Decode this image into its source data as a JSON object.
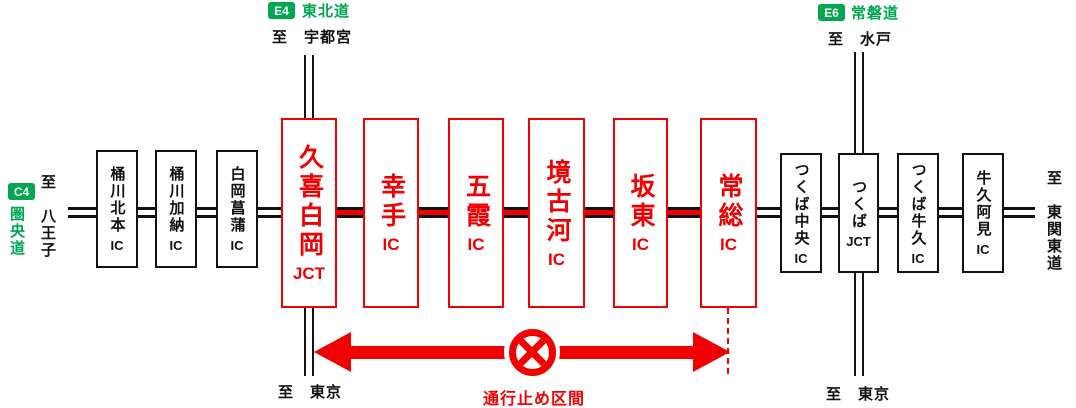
{
  "routes": {
    "tohoku": {
      "badge": "E4",
      "name": "東北道",
      "direction": "至　宇都宮"
    },
    "joban": {
      "badge": "E6",
      "name": "常磐道",
      "direction": "至　水戸"
    },
    "kenodo": {
      "badge": "C4",
      "name": "圏央道",
      "direction": "至　八王子"
    },
    "higashikanto": {
      "direction": "至　東関東道"
    },
    "tokyo_left": "至　東京",
    "tokyo_right": "至　東京"
  },
  "closure": {
    "label": "通行止め区間",
    "symbol": "no-entry-circle-x",
    "from": "久喜白岡JCT",
    "to": "常総IC"
  },
  "stations": [
    {
      "name": "桶川北本",
      "suffix": "IC",
      "status": "open"
    },
    {
      "name": "桶川加納",
      "suffix": "IC",
      "status": "open"
    },
    {
      "name": "白岡菖蒲",
      "suffix": "IC",
      "status": "open"
    },
    {
      "name": "久喜白岡",
      "suffix": "JCT",
      "status": "closed"
    },
    {
      "name": "幸手",
      "suffix": "IC",
      "status": "closed"
    },
    {
      "name": "五霞",
      "suffix": "IC",
      "status": "closed"
    },
    {
      "name": "境古河",
      "suffix": "IC",
      "status": "closed"
    },
    {
      "name": "坂東",
      "suffix": "IC",
      "status": "closed"
    },
    {
      "name": "常総",
      "suffix": "IC",
      "status": "closed"
    },
    {
      "name": "つくば中央",
      "suffix": "IC",
      "status": "open"
    },
    {
      "name": "つくば",
      "suffix": "JCT",
      "status": "open"
    },
    {
      "name": "つくば牛久",
      "suffix": "IC",
      "status": "open"
    },
    {
      "name": "牛久阿見",
      "suffix": "IC",
      "status": "open"
    }
  ],
  "colors": {
    "closure_red": "#f00000",
    "route_green": "#00a650",
    "line_black": "#111111"
  }
}
